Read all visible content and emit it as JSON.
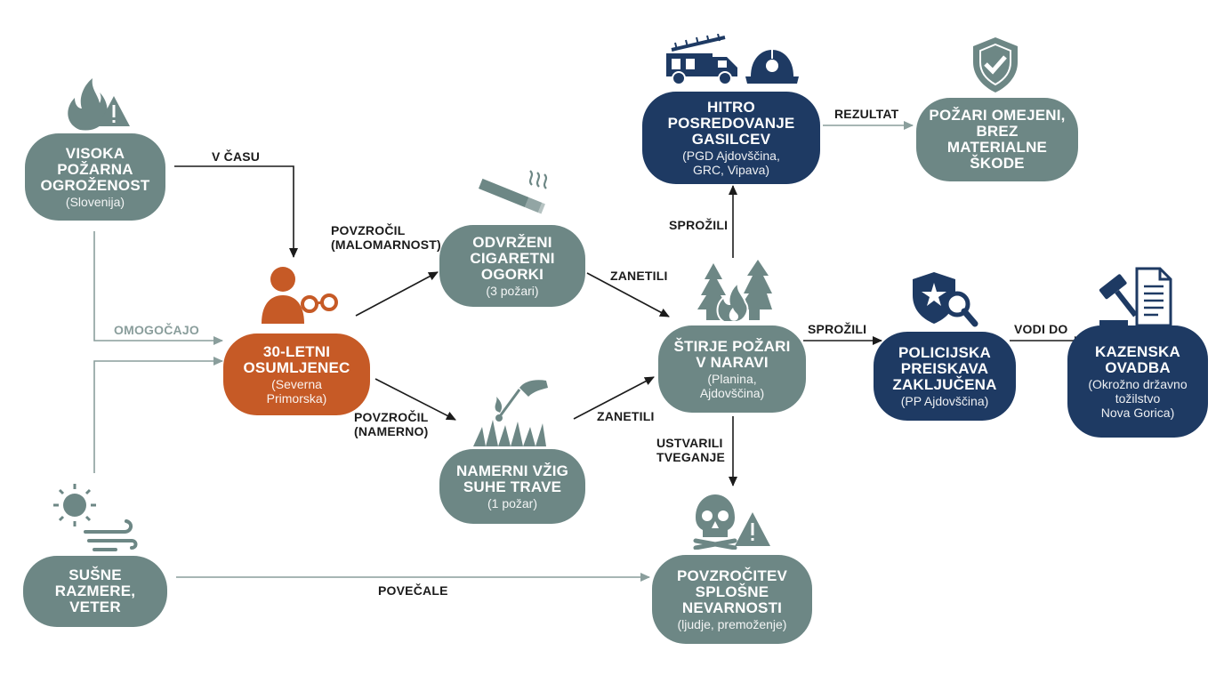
{
  "nodes": {
    "high_fire_risk": {
      "title": "VISOKA\nPOŽARNA\nOGROŽENOST",
      "subtitle": "(Slovenija)"
    },
    "suspect": {
      "title": "30-LETNI\nOSUMLJENEC",
      "subtitle": "(Severna\nPrimorska)"
    },
    "cigarettes": {
      "title": "ODVRŽENI\nCIGARETNI\nOGORKI",
      "subtitle": "(3 požari)"
    },
    "grass_ignition": {
      "title": "NAMERNI VŽIG\nSUHE TRAVE",
      "subtitle": "(1 požar)"
    },
    "four_fires": {
      "title": "ŠTIRJE POŽARI\nV NARAVI",
      "subtitle": "(Planina,\nAjdovščina)"
    },
    "firefighters": {
      "title": "HITRO\nPOSREDOVANJE\nGASILCEV",
      "subtitle": "(PGD Ajdovščina,\nGRC, Vipava)"
    },
    "fires_contained": {
      "title": "POŽARI OMEJENI,\nBREZ MATERIALNE\nŠKODE",
      "subtitle": ""
    },
    "police": {
      "title": "POLICIJSKA\nPREISKAVA\nZAKLJUČENA",
      "subtitle": "(PP Ajdovščina)"
    },
    "criminal_complaint": {
      "title": "KAZENSKA\nOVADBA",
      "subtitle": "(Okrožno državno\ntožilstvo\nNova Gorica)"
    },
    "drought": {
      "title": "SUŠNE\nRAZMERE,\nVETER",
      "subtitle": ""
    },
    "general_danger": {
      "title": "POVZROČITEV\nSPLOŠNE\nNEVARNOSTI",
      "subtitle": "(ljudje, premoženje)"
    }
  },
  "edges": {
    "v_casu": "V ČASU",
    "omogocajo": "OMOGOČAJO",
    "povzrocil_malomarnost": "POVZROČIL\n(MALOMARNOST)",
    "povzrocil_namerno": "POVZROČIL\n(NAMERNO)",
    "zanetili_1": "ZANETILI",
    "zanetili_2": "ZANETILI",
    "sprozili_up": "SPROŽILI",
    "rezultat": "REZULTAT",
    "sprozili_right": "SPROŽILI",
    "vodi_do": "VODI DO",
    "ustvarili_tveganje": "USTVARILI\nTVEGANJE",
    "povecale": "POVEČALE"
  },
  "icons": {
    "fire_warning": "fire-warning-icon",
    "suspect": "person-handcuffs-icon",
    "cigarette": "cigarette-icon",
    "grass_match": "match-grass-icon",
    "forest_fire": "forest-fire-icon",
    "fire_truck": "fire-truck-icon",
    "helmet": "helmet-icon",
    "shield_check": "shield-check-icon",
    "police_badge": "police-badge-icon",
    "gavel_document": "gavel-document-icon",
    "sun_wind": "sun-wind-icon",
    "skull_warning": "skull-warning-icon"
  },
  "colors": {
    "gray_node": "#6d8785",
    "navy_node": "#1e3a63",
    "orange_node": "#c65a26",
    "arrow_dark": "#1b1b1b",
    "arrow_light": "#8a9e9c"
  }
}
